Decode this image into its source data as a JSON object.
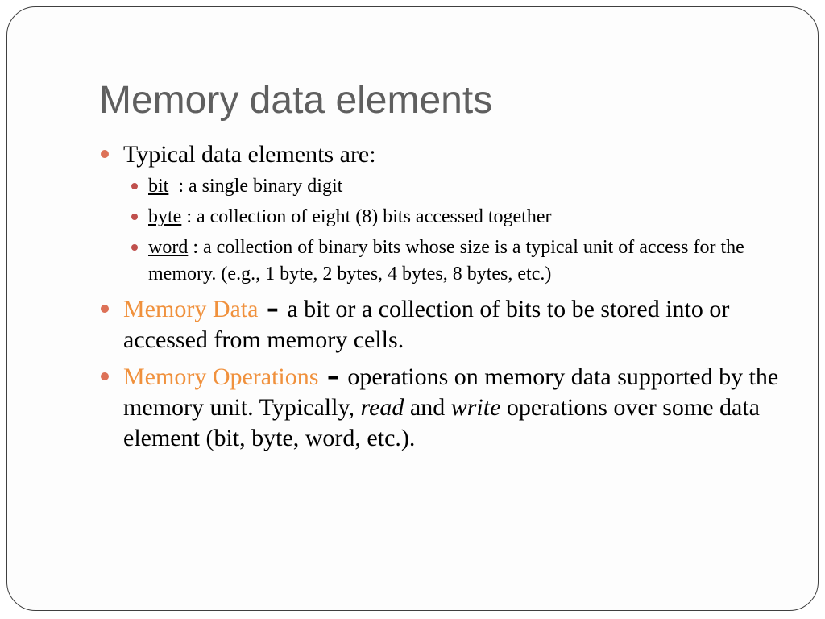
{
  "slide": {
    "title": "Memory data elements",
    "bullets": [
      {
        "text": "Typical data elements are:",
        "subitems": [
          {
            "term": "bit",
            "sep": "  : ",
            "text": "a single binary digit"
          },
          {
            "term": "byte",
            "sep": " : ",
            "text": "a collection of eight (8) bits accessed together"
          },
          {
            "term": "word",
            "sep": " : ",
            "text": "a collection of binary bits whose size is a typical unit of access for the memory. (e.g., 1 byte, 2 bytes, 4 bytes, 8 bytes, etc.)"
          }
        ]
      },
      {
        "term": "Memory Data",
        "dash": " – ",
        "text": "a bit or a collection of bits to be stored into or accessed from memory cells."
      },
      {
        "term": "Memory Operations",
        "dash": " – ",
        "text_before": "operations on memory data supported by the memory unit. Typically, ",
        "em1": "read",
        "text_mid": " and ",
        "em2": "write",
        "text_after": " operations over some data element (bit, byte, word, etc.)."
      }
    ]
  },
  "colors": {
    "title": "#5f5f5f",
    "accent": "#f0913d",
    "bullet_level1": "#dd7157",
    "bullet_level2": "#c0504d",
    "border": "#3f3f3f"
  }
}
